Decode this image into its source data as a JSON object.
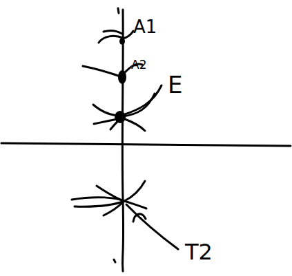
{
  "diagram": {
    "labels": [
      "A1",
      "A2",
      "E",
      "T2"
    ]
  }
}
